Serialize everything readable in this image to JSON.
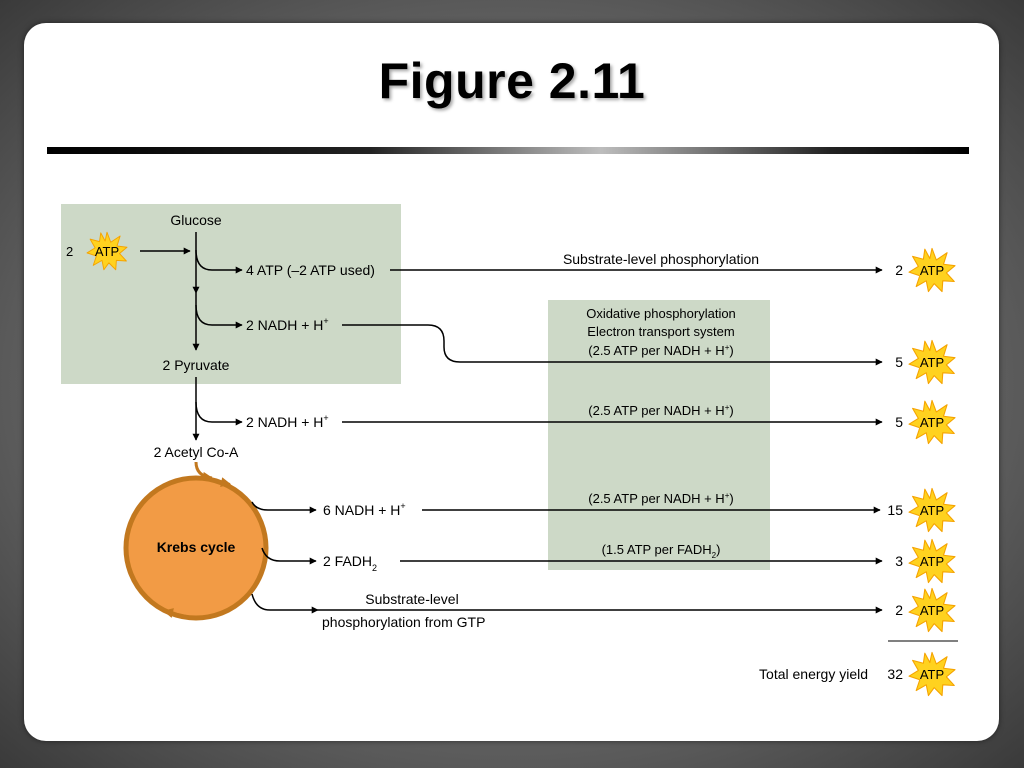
{
  "slide": {
    "title": "Figure 2.11"
  },
  "colors": {
    "box_green": "#cdd9c7",
    "krebs_orange": "#f29b45",
    "krebs_ring": "#c2781f",
    "atp_star": "#ffd21f",
    "atp_star_edge": "#f5a300"
  },
  "atp_icon": {
    "label": "ATP",
    "icon": "atp-starburst-icon"
  },
  "glycolysis": {
    "input_count": "2",
    "glucose": "Glucose",
    "atp_made": "4 ATP (–2 ATP used)",
    "nadh": "2 NADH + H",
    "pyruvate": "2 Pyruvate"
  },
  "prep": {
    "nadh": "2 NADH + H",
    "acetyl": "2 Acetyl Co-A"
  },
  "krebs": {
    "label": "Krebs cycle",
    "nadh": "6 NADH + H",
    "fadh": "2 FADH",
    "sub_level_line1": "Substrate-level",
    "sub_level_line2": "phosphorylation from GTP"
  },
  "oxidative": {
    "line1": "Oxidative phosphorylation",
    "line2": "Electron transport system",
    "rate_nadh": "(2.5 ATP per NADH + H",
    "rate_nadh_close": ")",
    "rate_fadh": "(1.5 ATP per FADH",
    "rate_fadh_close": ")"
  },
  "arrows": {
    "substrate_label": "Substrate-level phosphorylation"
  },
  "yields": [
    "2",
    "5",
    "5",
    "15",
    "3",
    "2"
  ],
  "total": {
    "label": "Total energy yield",
    "value": "32"
  },
  "sup_plus": "+",
  "sub_two": "2"
}
